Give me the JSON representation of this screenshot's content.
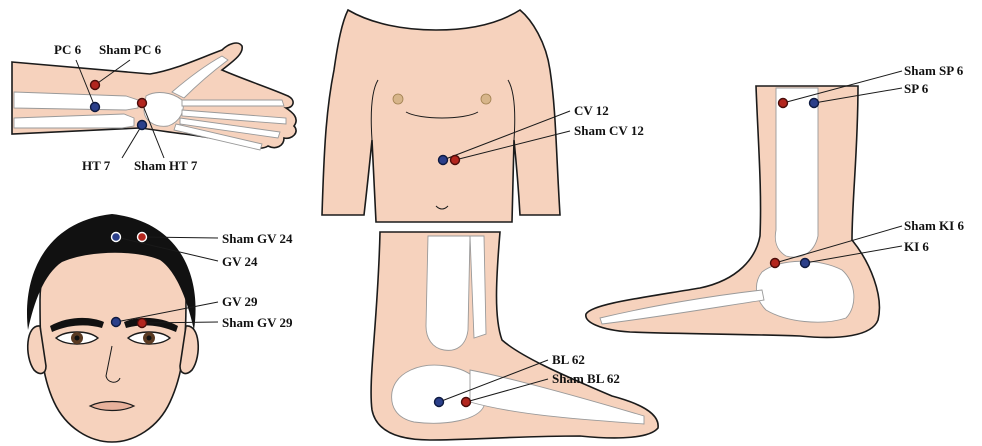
{
  "colors": {
    "skin": "#f6d2bd",
    "outline": "#1b1b1b",
    "bone": "#ffffff",
    "real_point": "#2b3f8a",
    "sham_point": "#b3261e",
    "hair": "#111111"
  },
  "acupoints": {
    "pc6": {
      "label": "PC 6",
      "type": "real",
      "region": "forearm"
    },
    "sham_pc6": {
      "label": "Sham PC 6",
      "type": "sham",
      "region": "forearm"
    },
    "ht7": {
      "label": "HT 7",
      "type": "real",
      "region": "wrist"
    },
    "sham_ht7": {
      "label": "Sham HT 7",
      "type": "sham",
      "region": "wrist"
    },
    "cv12": {
      "label": "CV 12",
      "type": "real",
      "region": "abdomen"
    },
    "sham_cv12": {
      "label": "Sham CV 12",
      "type": "sham",
      "region": "abdomen"
    },
    "sham_gv24": {
      "label": "Sham GV 24",
      "type": "sham",
      "region": "head"
    },
    "gv24": {
      "label": "GV 24",
      "type": "real",
      "region": "head"
    },
    "gv29": {
      "label": "GV 29",
      "type": "real",
      "region": "face"
    },
    "sham_gv29": {
      "label": "Sham GV 29",
      "type": "sham",
      "region": "face"
    },
    "bl62": {
      "label": "BL 62",
      "type": "real",
      "region": "lateral foot"
    },
    "sham_bl62": {
      "label": "Sham BL 62",
      "type": "sham",
      "region": "lateral foot"
    },
    "sham_sp6": {
      "label": "Sham SP 6",
      "type": "sham",
      "region": "medial leg"
    },
    "sp6": {
      "label": "SP 6",
      "type": "real",
      "region": "medial leg"
    },
    "sham_ki6": {
      "label": "Sham KI 6",
      "type": "sham",
      "region": "medial ankle"
    },
    "ki6": {
      "label": "KI 6",
      "type": "real",
      "region": "medial ankle"
    }
  }
}
